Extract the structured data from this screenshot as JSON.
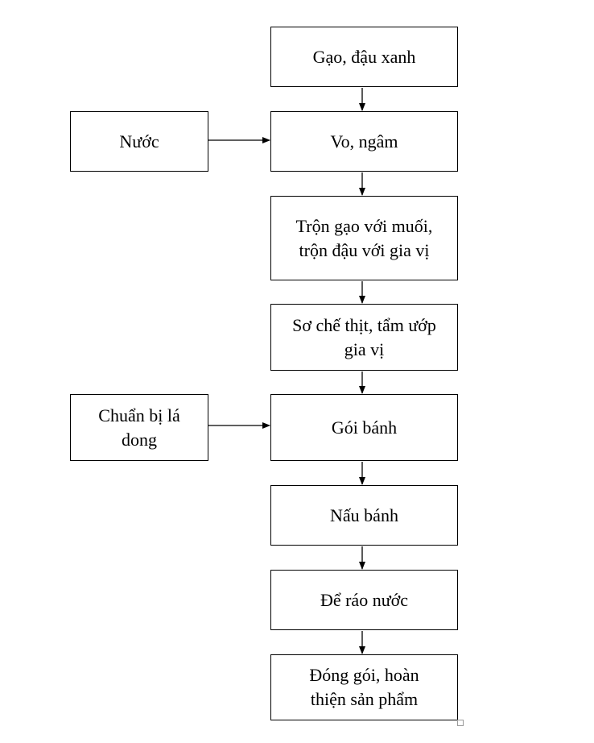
{
  "steps": [
    {
      "id": "s1",
      "label": "Gạo, đậu xanh"
    },
    {
      "id": "s2",
      "label": "Vo, ngâm"
    },
    {
      "id": "s3",
      "label": "Trộn gạo với muối,\ntrộn đậu với gia vị"
    },
    {
      "id": "s4",
      "label": "Sơ chế thịt, tẩm ướp\ngia vị"
    },
    {
      "id": "s5",
      "label": "Gói bánh"
    },
    {
      "id": "s6",
      "label": "Nấu bánh"
    },
    {
      "id": "s7",
      "label": "Để ráo nước"
    },
    {
      "id": "s8",
      "label": "Đóng gói, hoàn\nthiện sản phẩm"
    }
  ],
  "inputs": [
    {
      "id": "i1",
      "label": "Nước",
      "target": "s2"
    },
    {
      "id": "i2",
      "label": "Chuẩn bị lá\ndong",
      "target": "s5"
    }
  ]
}
